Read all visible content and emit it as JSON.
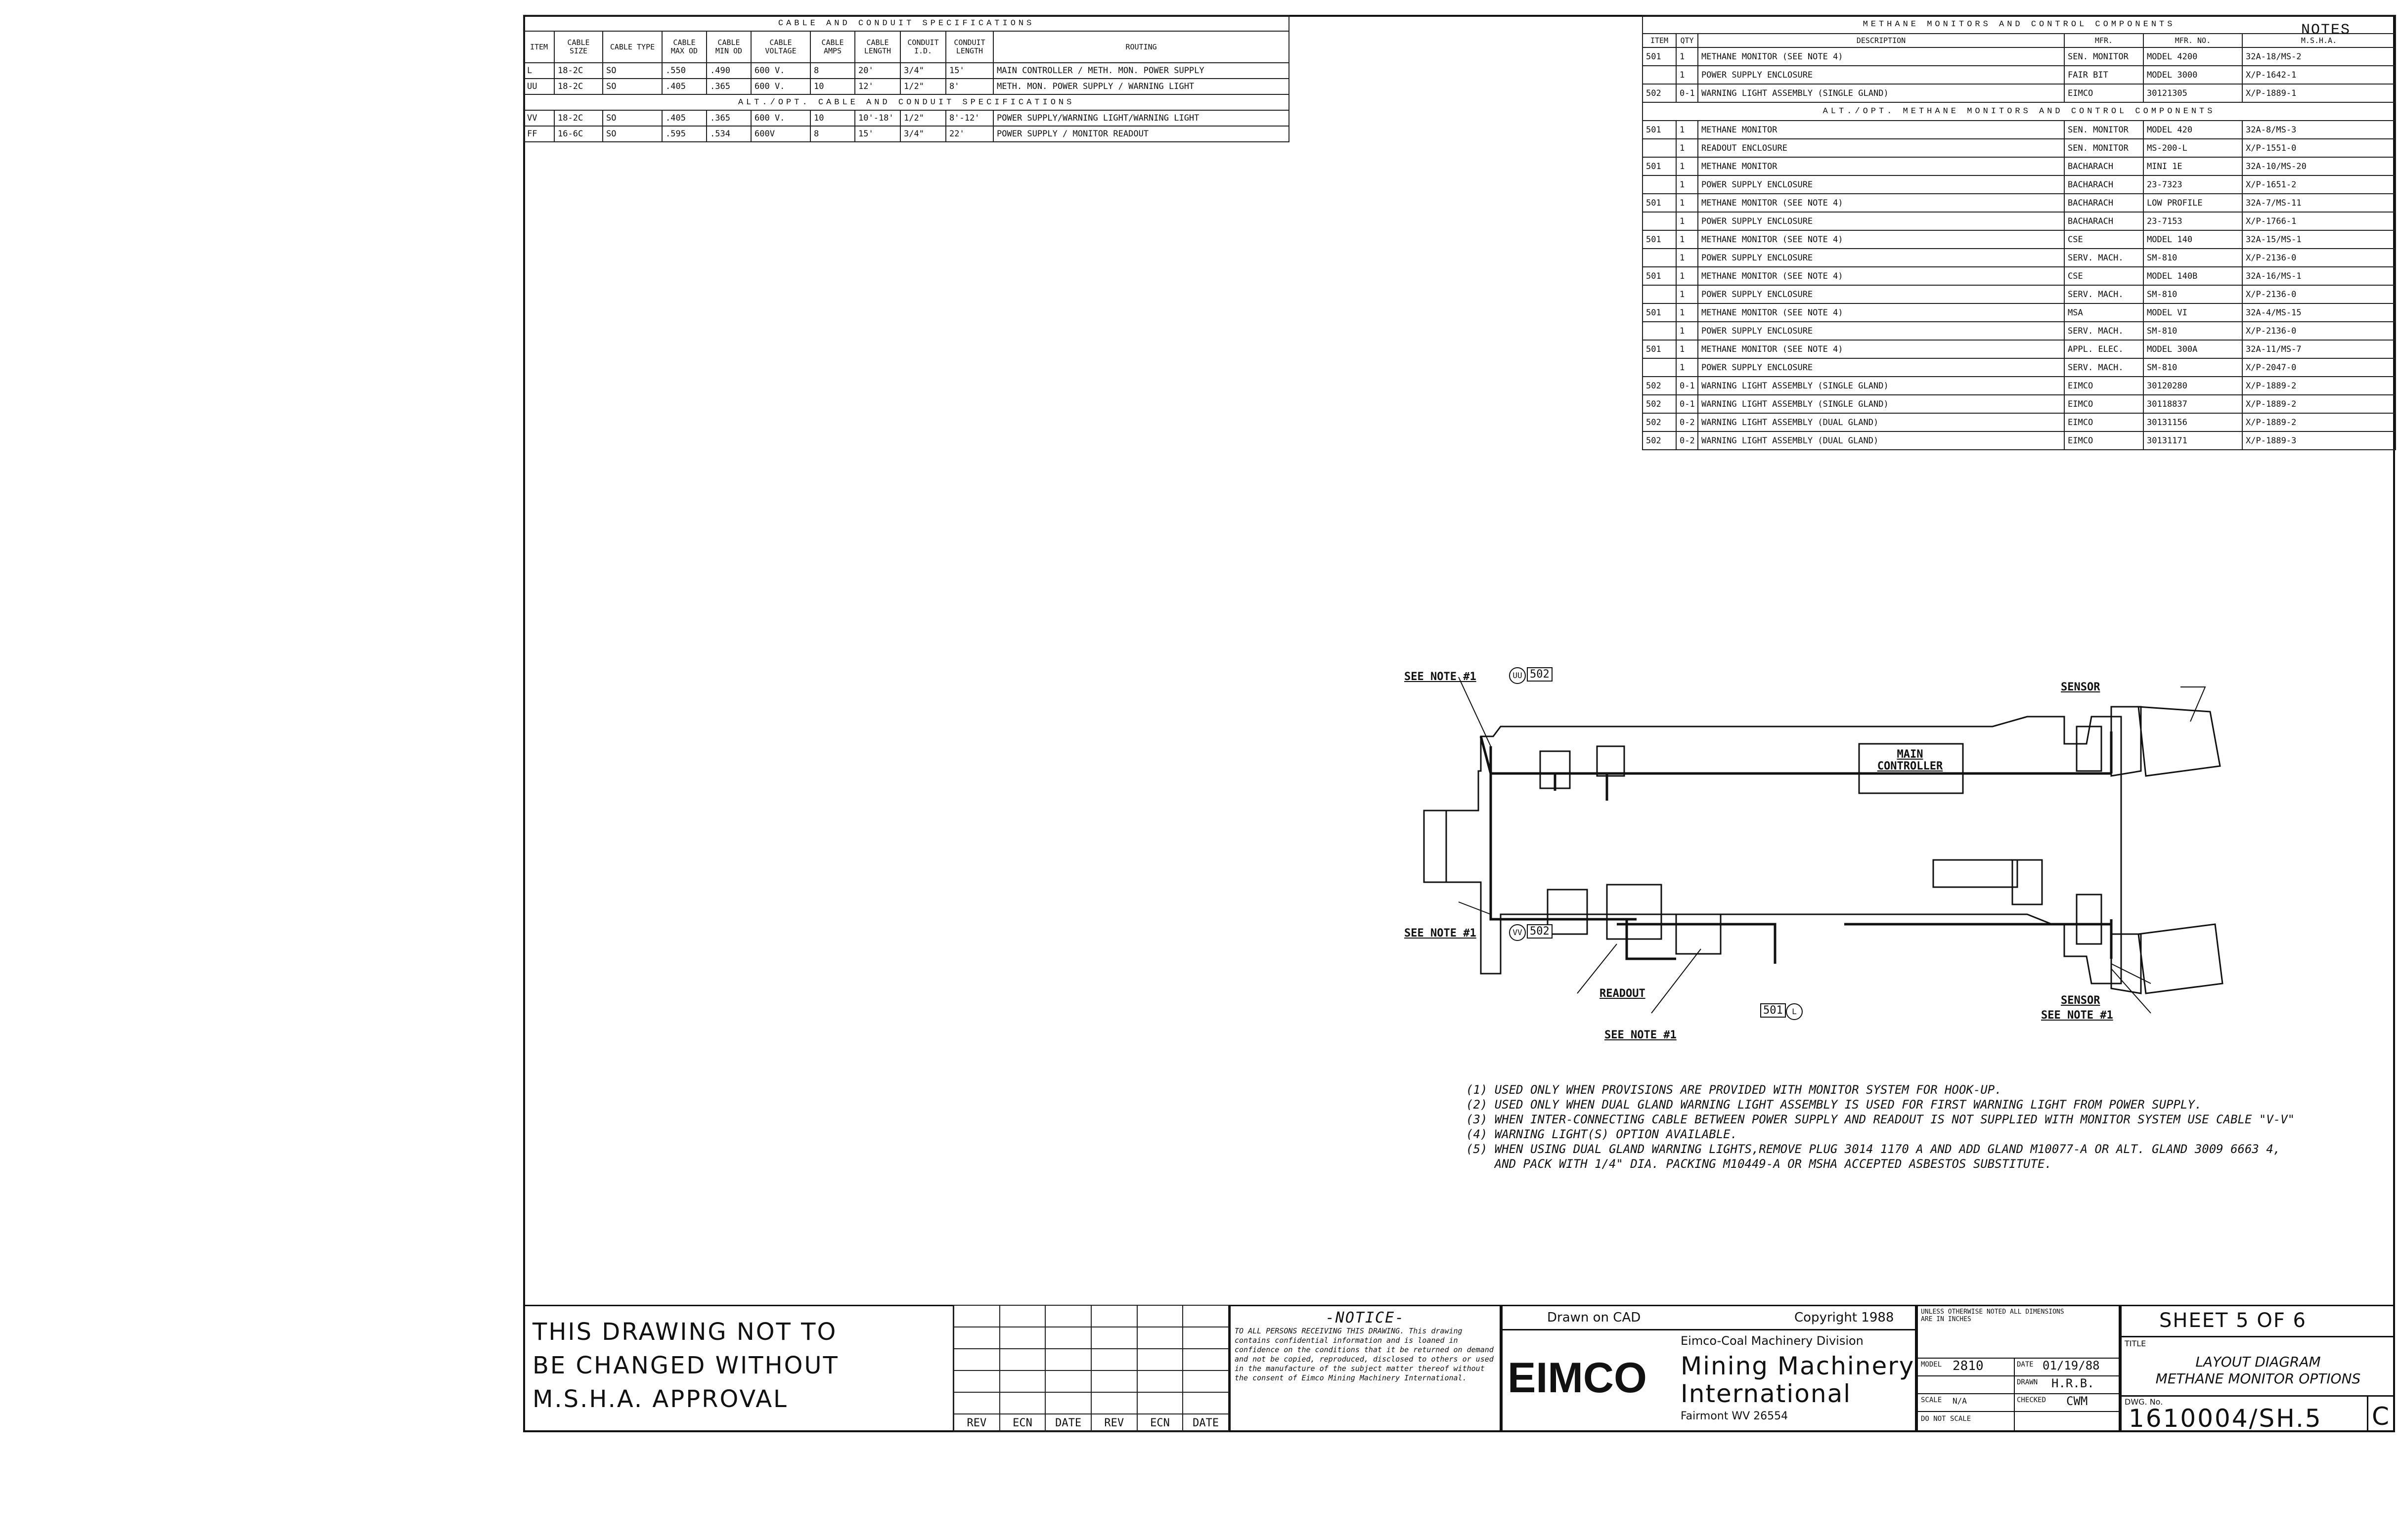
{
  "cable_spec": {
    "title": "CABLE AND CONDUIT SPECIFICATIONS",
    "headers": [
      "ITEM",
      "CABLE SIZE",
      "CABLE TYPE",
      "CABLE MAX OD",
      "CABLE MIN OD",
      "CABLE VOLTAGE",
      "CABLE AMPS",
      "CABLE LENGTH",
      "CONDUIT I.D.",
      "CONDUIT LENGTH",
      "ROUTING"
    ],
    "rows": [
      [
        "L",
        "18-2C",
        "SO",
        ".550",
        ".490",
        "600 V.",
        "8",
        "20'",
        "3/4\"",
        "15'",
        "MAIN CONTROLLER / METH. MON. POWER SUPPLY"
      ],
      [
        "UU",
        "18-2C",
        "SO",
        ".405",
        ".365",
        "600 V.",
        "10",
        "12'",
        "1/2\"",
        "8'",
        "METH. MON. POWER SUPPLY / WARNING LIGHT"
      ]
    ],
    "alt_title": "ALT./OPT. CABLE AND CONDUIT SPECIFICATIONS",
    "alt_rows": [
      [
        "VV",
        "18-2C",
        "SO",
        ".405",
        ".365",
        "600 V.",
        "10",
        "10'-18'",
        "1/2\"",
        "8'-12'",
        "POWER SUPPLY/WARNING LIGHT/WARNING LIGHT"
      ],
      [
        "FF",
        "16-6C",
        "SO",
        ".595",
        ".534",
        "600V",
        "8",
        "15'",
        "3/4\"",
        "22'",
        "POWER SUPPLY / MONITOR READOUT"
      ]
    ]
  },
  "methane": {
    "title": "METHANE MONITORS AND CONTROL COMPONENTS",
    "overlap_label": "NOTES",
    "headers": [
      "ITEM",
      "QTY",
      "DESCRIPTION",
      "MFR.",
      "MFR. NO.",
      "M.S.H.A."
    ],
    "rows": [
      [
        "501",
        "1",
        "METHANE MONITOR (SEE NOTE 4)",
        "SEN. MONITOR",
        "MODEL 4200",
        "32A-18/MS-2"
      ],
      [
        "",
        "1",
        "POWER SUPPLY ENCLOSURE",
        "FAIR BIT",
        "MODEL 3000",
        "X/P-1642-1"
      ],
      [
        "502",
        "0-1",
        "WARNING LIGHT ASSEMBLY (SINGLE GLAND)",
        "EIMCO",
        "30121305",
        "X/P-1889-1"
      ]
    ],
    "alt_title": "ALT./OPT. METHANE MONITORS AND CONTROL COMPONENTS",
    "alt_rows": [
      [
        "501",
        "1",
        "METHANE MONITOR",
        "SEN. MONITOR",
        "MODEL 420",
        "32A-8/MS-3"
      ],
      [
        "",
        "1",
        "READOUT ENCLOSURE",
        "SEN. MONITOR",
        "MS-200-L",
        "X/P-1551-0"
      ],
      [
        "501",
        "1",
        "METHANE MONITOR",
        "BACHARACH",
        "MINI 1E",
        "32A-10/MS-20"
      ],
      [
        "",
        "1",
        "POWER SUPPLY ENCLOSURE",
        "BACHARACH",
        "23-7323",
        "X/P-1651-2"
      ],
      [
        "501",
        "1",
        "METHANE MONITOR (SEE NOTE 4)",
        "BACHARACH",
        "LOW PROFILE",
        "32A-7/MS-11"
      ],
      [
        "",
        "1",
        "POWER SUPPLY ENCLOSURE",
        "BACHARACH",
        "23-7153",
        "X/P-1766-1"
      ],
      [
        "501",
        "1",
        "METHANE MONITOR (SEE NOTE 4)",
        "CSE",
        "MODEL 140",
        "32A-15/MS-1"
      ],
      [
        "",
        "1",
        "POWER SUPPLY ENCLOSURE",
        "SERV. MACH.",
        "SM-810",
        "X/P-2136-0"
      ],
      [
        "501",
        "1",
        "METHANE MONITOR (SEE NOTE 4)",
        "CSE",
        "MODEL 140B",
        "32A-16/MS-1"
      ],
      [
        "",
        "1",
        "POWER SUPPLY ENCLOSURE",
        "SERV. MACH.",
        "SM-810",
        "X/P-2136-0"
      ],
      [
        "501",
        "1",
        "METHANE MONITOR (SEE NOTE 4)",
        "MSA",
        "MODEL VI",
        "32A-4/MS-15"
      ],
      [
        "",
        "1",
        "POWER SUPPLY ENCLOSURE",
        "SERV. MACH.",
        "SM-810",
        "X/P-2136-0"
      ],
      [
        "501",
        "1",
        "METHANE MONITOR (SEE NOTE 4)",
        "APPL. ELEC.",
        "MODEL 300A",
        "32A-11/MS-7"
      ],
      [
        "",
        "1",
        "POWER SUPPLY ENCLOSURE",
        "SERV. MACH.",
        "SM-810",
        "X/P-2047-0"
      ],
      [
        "502",
        "0-1",
        "WARNING LIGHT ASSEMBLY (SINGLE GLAND)",
        "EIMCO",
        "30120280",
        "X/P-1889-2"
      ],
      [
        "502",
        "0-1",
        "WARNING LIGHT ASSEMBLY (SINGLE GLAND)",
        "EIMCO",
        "30118837",
        "X/P-1889-2"
      ],
      [
        "502",
        "0-2",
        "WARNING LIGHT ASSEMBLY (DUAL GLAND)",
        "EIMCO",
        "30131156",
        "X/P-1889-2"
      ],
      [
        "502",
        "0-2",
        "WARNING LIGHT ASSEMBLY (DUAL GLAND)",
        "EIMCO",
        "30131171",
        "X/P-1889-3"
      ]
    ]
  },
  "diagram": {
    "see_note_1_top": "SEE NOTE #1",
    "see_note_1_mid": "SEE NOTE #1",
    "see_note_1_bottom": "SEE NOTE #1",
    "see_note_1_right": "SEE NOTE #1",
    "sensor_top": "SENSOR",
    "sensor_bottom": "SENSOR",
    "readout": "READOUT",
    "main_controller": "MAIN CONTROLLER",
    "circle_uu": "UU",
    "circle_vv": "VV",
    "circle_l": "L",
    "tag_502_top": "502",
    "tag_502_mid": "502",
    "tag_501": "501"
  },
  "notes": [
    "(1) USED ONLY WHEN PROVISIONS ARE PROVIDED WITH MONITOR SYSTEM FOR HOOK-UP.",
    "(2) USED ONLY WHEN DUAL GLAND WARNING LIGHT ASSEMBLY IS USED FOR FIRST WARNING LIGHT FROM POWER SUPPLY.",
    "(3) WHEN INTER-CONNECTING CABLE BETWEEN POWER SUPPLY AND READOUT IS NOT SUPPLIED WITH MONITOR SYSTEM USE CABLE \"V-V\"",
    "(4) WARNING LIGHT(S) OPTION AVAILABLE.",
    "(5) WHEN USING DUAL GLAND WARNING LIGHTS,REMOVE PLUG 3014 1170 A AND ADD GLAND M10077-A OR ALT. GLAND 3009 6663 4,",
    "    AND PACK WITH 1/4\" DIA. PACKING M10449-A OR MSHA ACCEPTED ASBESTOS SUBSTITUTE."
  ],
  "title_block": {
    "msha_line1": "THIS DRAWING NOT TO",
    "msha_line2": "BE CHANGED WITHOUT",
    "msha_line3": "M.S.H.A. APPROVAL",
    "rev_headers": [
      "REV",
      "ECN",
      "DATE",
      "REV",
      "ECN",
      "DATE"
    ],
    "notice_title": "-NOTICE-",
    "notice_body": "TO ALL PERSONS RECEIVING THIS DRAWING. This drawing contains confidential information and is loaned in confidence on the conditions that it be returned on demand and not be copied, reproduced, disclosed to others or used in the manufacture of the subject matter thereof without the consent of Eimco Mining Machinery International.",
    "drawn_on": "Drawn on CAD",
    "copyright": "Copyright 1988",
    "division": "Eimco-Coal Machinery Division",
    "logo": "EIMCO",
    "company_line1": "Mining Machinery",
    "company_line2": "International",
    "address": "Fairmont WV 26554",
    "tolerance_note": "UNLESS OTHERWISE NOTED ALL DIMENSIONS ARE IN INCHES",
    "model_label": "MODEL",
    "model": "2810",
    "date_label": "DATE",
    "date": "01/19/88",
    "drawn_label": "DRAWN",
    "drawn": "H.R.B.",
    "checked_label": "CHECKED",
    "checked": "CWM",
    "scale_label": "SCALE",
    "scale": "N/A",
    "do_not_scale": "DO NOT SCALE",
    "sheet": "SHEET 5 OF 6",
    "title_label": "TITLE",
    "title_line1": "LAYOUT DIAGRAM",
    "title_line2": "METHANE MONITOR OPTIONS",
    "dwg_label": "DWG. No.",
    "dwg_no": "1610004/SH.5",
    "rev": "C"
  }
}
